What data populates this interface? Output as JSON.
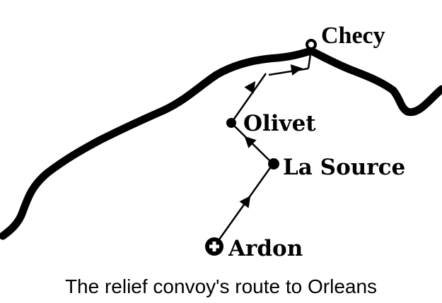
{
  "places": {
    "checy": "Checy",
    "olivet": "Olivet",
    "la_source": "La Source",
    "ardon": "Ardon"
  },
  "caption": "The relief convoy's route to Orleans",
  "colors": {
    "ink": "#000000",
    "background": "#ffffff"
  },
  "icons": {
    "river": "thick-black-line",
    "town": "black-dot",
    "start": "circled-cross",
    "route": "arrow"
  }
}
